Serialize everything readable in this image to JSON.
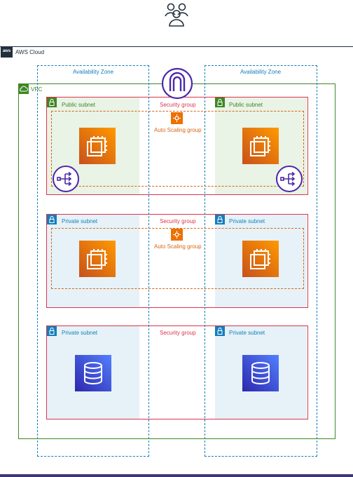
{
  "cloud": {
    "label": "AWS Cloud",
    "logo_text": "aws"
  },
  "vpc": {
    "label": "VPC"
  },
  "availability_zones": [
    {
      "label": "Availability Zone"
    },
    {
      "label": "Availability Zone"
    }
  ],
  "tiers": [
    {
      "security_group": "Security group",
      "auto_scaling_group": "Auto Scaling group",
      "left_subnet": "Public subnet",
      "right_subnet": "Public subnet"
    },
    {
      "security_group": "Security group",
      "auto_scaling_group": "Auto Scaling group",
      "left_subnet": "Private subnet",
      "right_subnet": "Private subnet"
    },
    {
      "security_group": "Security group",
      "left_subnet": "Private subnet",
      "right_subnet": "Private subnet"
    }
  ],
  "icons": {
    "users": "users-icon",
    "internet_gateway": "internet-gateway-icon",
    "nat_gateway": "nat-gateway-icon",
    "ec2": "ec2-instance-icon",
    "database": "rds-database-icon",
    "auto_scaling": "auto-scaling-icon",
    "public_subnet": "lock-icon",
    "private_subnet": "lock-icon",
    "vpc": "cloud-icon"
  },
  "colors": {
    "vpc": "#3f8624",
    "availability_zone": "#147eba",
    "security_group": "#dd344c",
    "auto_scaling": "#d86613",
    "public_subnet_fill": "#e9f3e6",
    "private_subnet_fill": "#e6f2f8",
    "ec2": "#ed7100",
    "database": "#3b48cc",
    "gateway": "#4d27aa"
  }
}
